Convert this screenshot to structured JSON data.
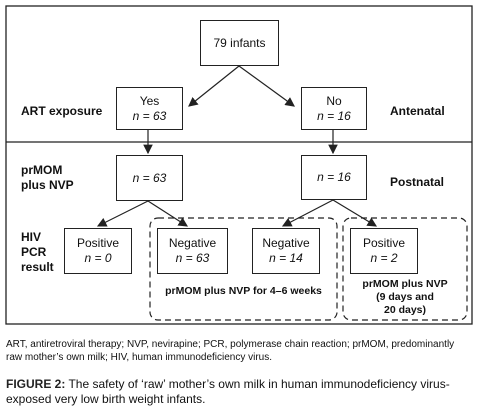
{
  "root": {
    "label": "79 infants"
  },
  "rows": {
    "art_exposure": "ART exposure",
    "prmom": [
      "prMOM",
      "plus NVP"
    ],
    "hiv": [
      "HIV",
      "PCR",
      "result"
    ],
    "antenatal": "Antenatal",
    "postnatal": "Postnatal"
  },
  "level1": {
    "yes": {
      "title": "Yes",
      "n": "n = 63"
    },
    "no": {
      "title": "No",
      "n": "n = 16"
    }
  },
  "level2": {
    "left": {
      "n": "n = 63"
    },
    "right": {
      "n": "n = 16"
    }
  },
  "level3": {
    "positive_left": {
      "title": "Positive",
      "n": "n = 0"
    },
    "negative_left": {
      "title": "Negative",
      "n": "n = 63"
    },
    "negative_right": {
      "title": "Negative",
      "n": "n = 14"
    },
    "positive_right": {
      "title": "Positive",
      "n": "n = 2"
    }
  },
  "dashed_captions": {
    "main": "prMOM plus NVP for 4–6 weeks",
    "side": [
      "prMOM plus NVP",
      "(9 days and",
      "20 days)"
    ]
  },
  "footnote": "ART, antiretroviral therapy; NVP, nevirapine; PCR, polymerase chain reaction; prMOM, predominantly raw mother’s own milk; HIV, human immunodeficiency virus.",
  "caption": {
    "label": "FIGURE 2:",
    "text": " The safety of ‘raw’ mother’s own milk in human immunodeficiency virus-exposed very low birth weight infants."
  }
}
